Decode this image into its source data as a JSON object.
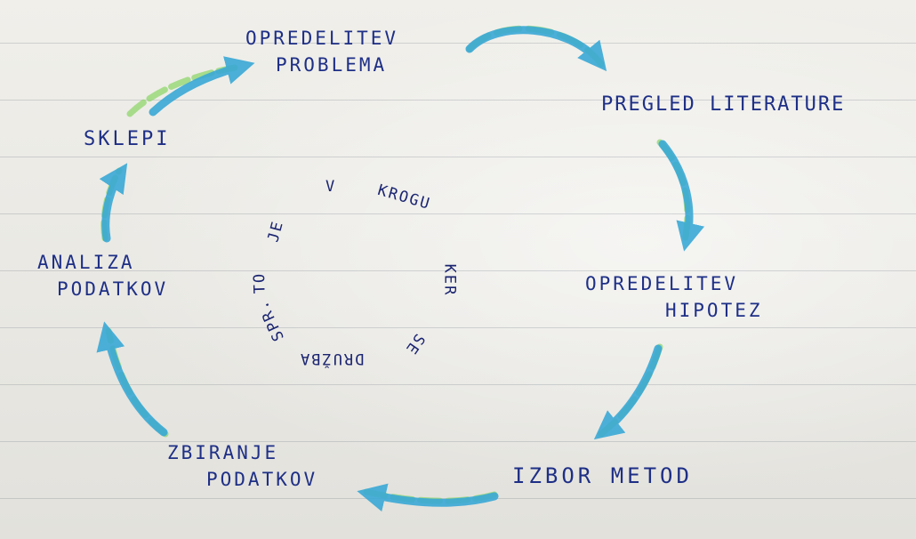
{
  "cycle_steps": [
    {
      "line1": "OPREDELITEV",
      "line2": "PROBLEMA"
    },
    {
      "line1": "PREGLED LITERATURE",
      "line2": ""
    },
    {
      "line1": "OPREDELITEV",
      "line2": "HIPOTEZ"
    },
    {
      "line1": "IZBOR METOD",
      "line2": ""
    },
    {
      "line1": "ZBIRANJE",
      "line2": "PODATKOV"
    },
    {
      "line1": "ANALIZA",
      "line2": "PODATKOV"
    },
    {
      "line1": "SKLEPI",
      "line2": ""
    }
  ],
  "center_text": [
    "V",
    "KROGU",
    "KER",
    "SE",
    "DRUŽBA",
    "SPR.",
    "TO",
    "JE"
  ],
  "colors": {
    "ink": "#1e2f86",
    "arrow_blue": "#3aa9d6",
    "arrow_green": "#8fd66c",
    "paper": "#ecebe6",
    "ruled_line": "#8a96a0"
  }
}
